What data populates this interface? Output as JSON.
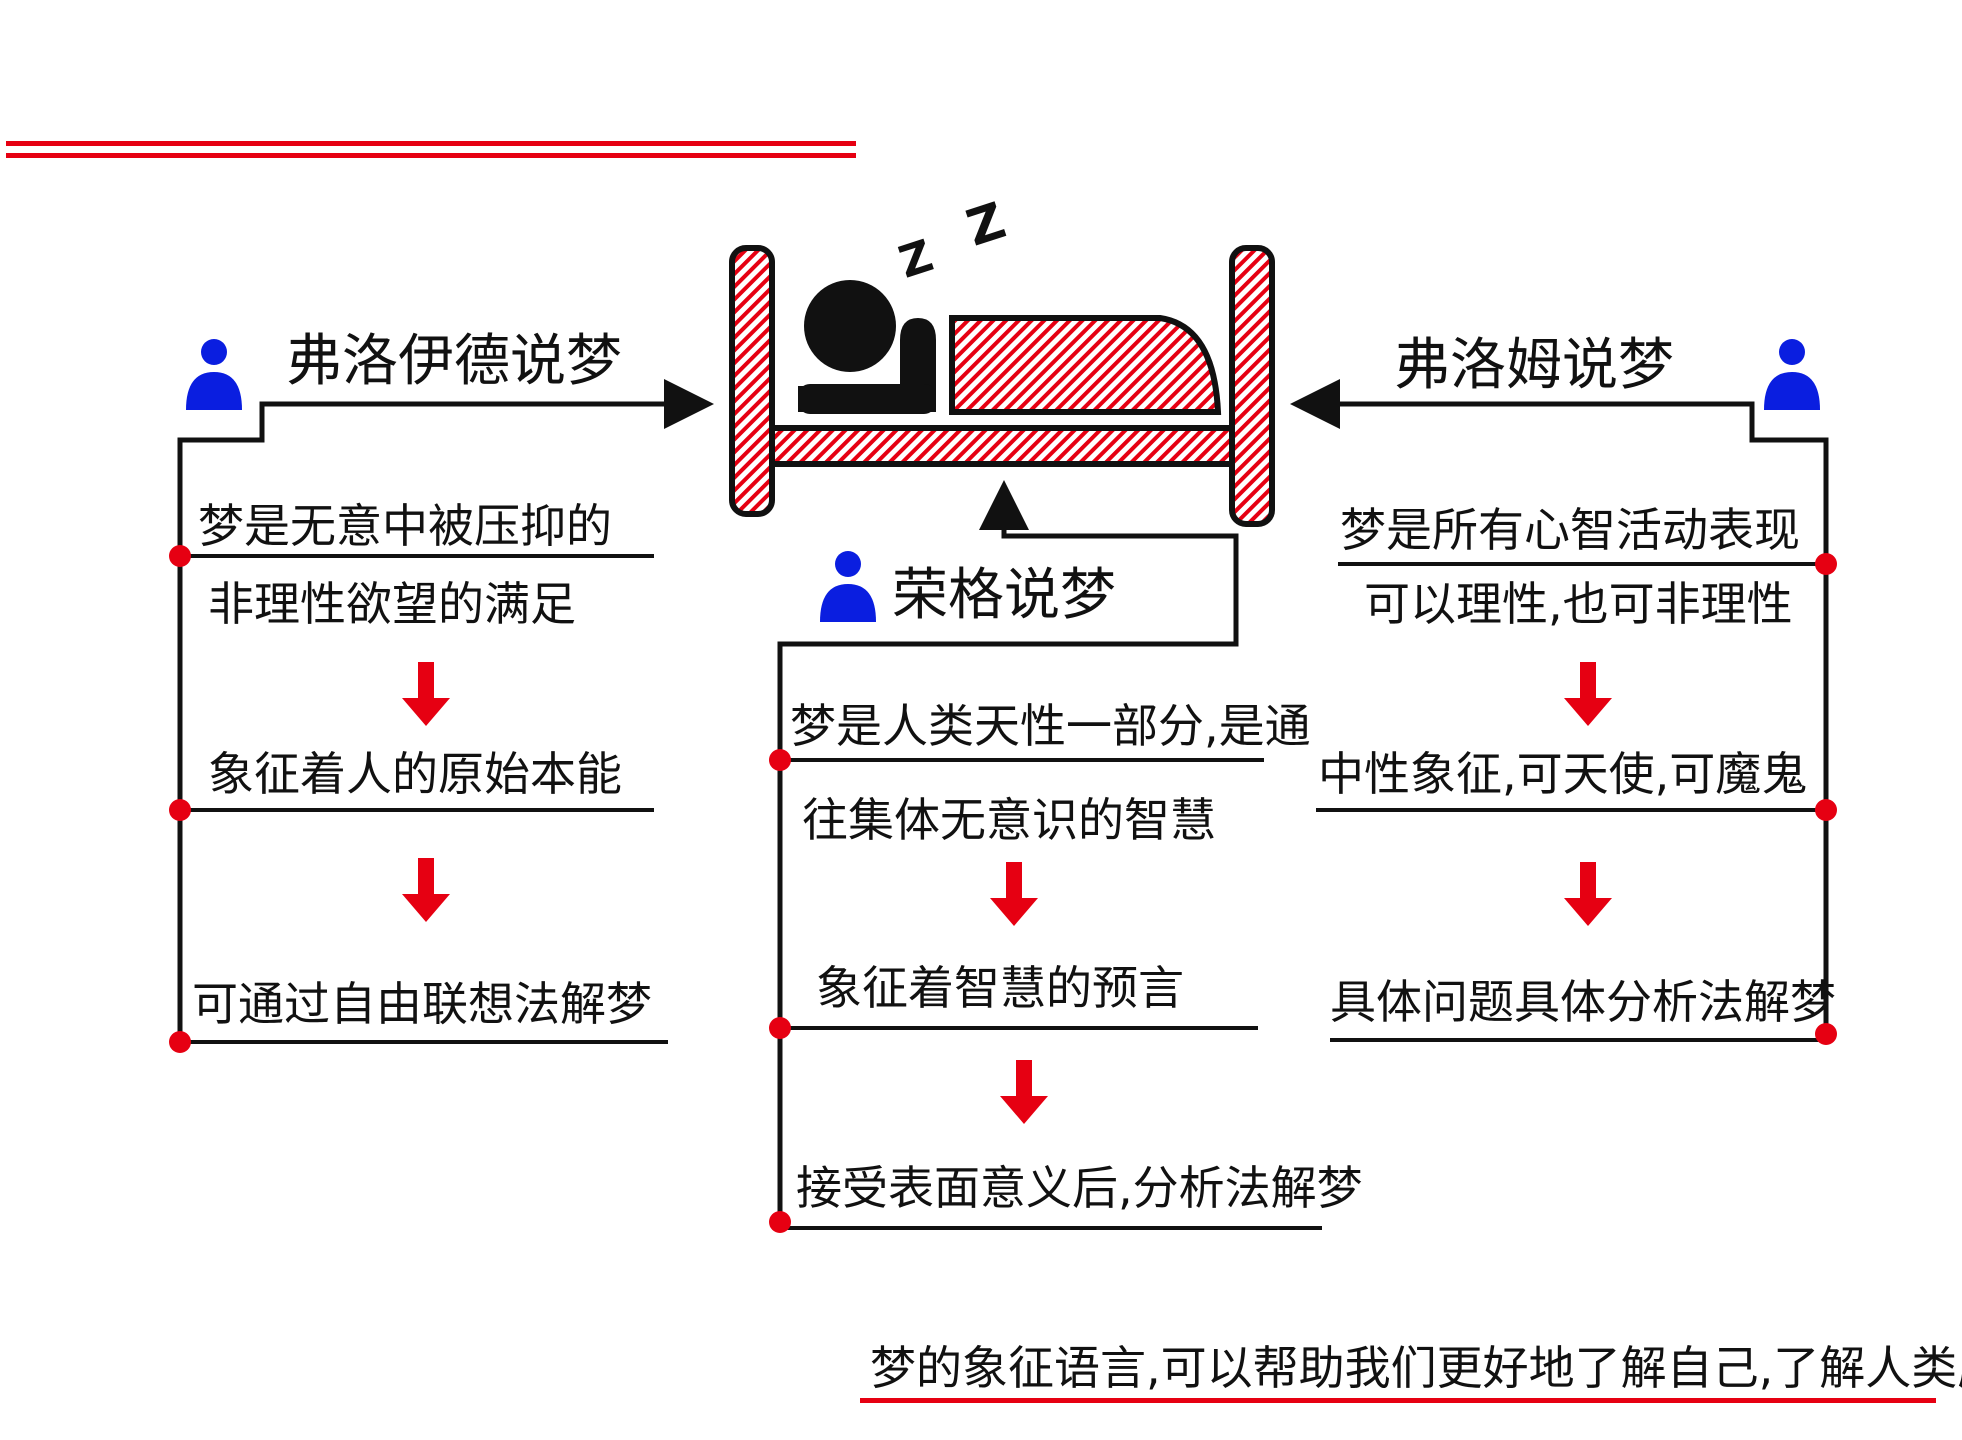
{
  "colors": {
    "accent_red": "#e60012",
    "person_blue": "#0a1ee0",
    "ink": "#111111"
  },
  "sleep_icon": {
    "zzz": [
      "Z",
      "Z"
    ]
  },
  "freud": {
    "title": "弗洛伊德说梦",
    "items": [
      [
        "梦是无意中被压抑的",
        "非理性欲望的满足"
      ],
      [
        "象征着人的原始本能"
      ],
      [
        "可通过自由联想法解梦"
      ]
    ]
  },
  "jung": {
    "title": "荣格说梦",
    "items": [
      [
        "梦是人类天性一部分,是通",
        "往集体无意识的智慧"
      ],
      [
        "象征着智慧的预言"
      ],
      [
        "接受表面意义后,分析法解梦"
      ]
    ]
  },
  "fromm": {
    "title": "弗洛姆说梦",
    "items": [
      [
        "梦是所有心智活动表现",
        "可以理性,也可非理性"
      ],
      [
        "中性象征,可天使,可魔鬼"
      ],
      [
        "具体问题具体分析法解梦"
      ]
    ]
  },
  "summary": "梦的象征语言,可以帮助我们更好地了解自己,了解人类历史。"
}
